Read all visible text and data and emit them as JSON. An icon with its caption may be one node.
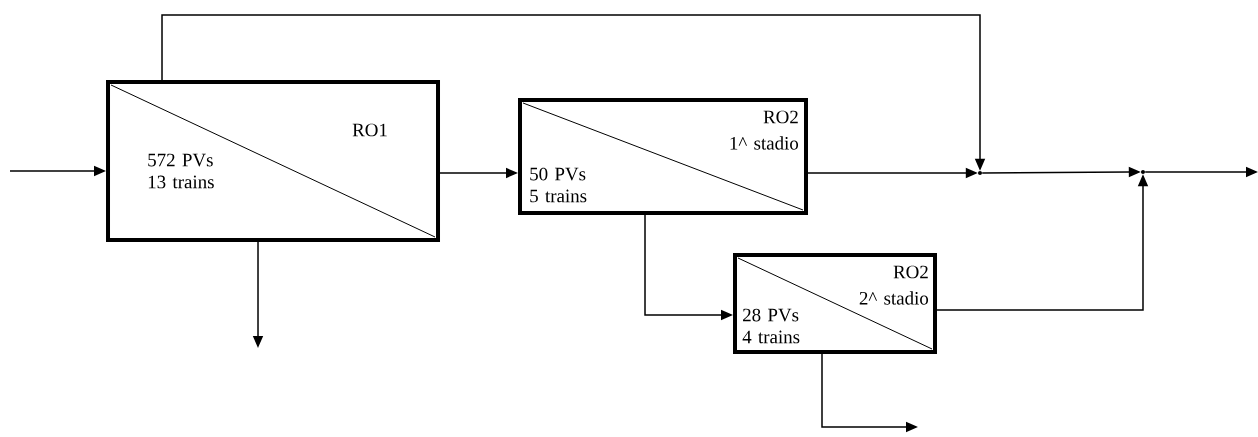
{
  "diagram": {
    "nodes": [
      {
        "text": [
          "RO1",
          "572 PVs 13 trains"
        ]
      },
      {
        "text": [
          "RO2",
          "1^ stadio",
          "50 PVs 5 trains"
        ]
      },
      {
        "text": [
          "RO2",
          "2^ stadio",
          "28 PVs 4 trains"
        ]
      },
      {
        "text": [],
        "shape": "point"
      },
      {
        "text": [],
        "shape": "point"
      }
    ],
    "edges": [
      {
        "from": null,
        "to": 0,
        "arrow": "to"
      },
      {
        "from": 0,
        "to": null,
        "arrow": "to"
      },
      {
        "from": 0,
        "to": 1,
        "arrow": "to"
      },
      {
        "from": 0,
        "to": 3,
        "arrow": "to"
      },
      {
        "from": 1,
        "to": 3,
        "arrow": "to"
      },
      {
        "from": 1,
        "to": 2,
        "arrow": "to"
      },
      {
        "from": 3,
        "to": 4,
        "arrow": "to"
      },
      {
        "from": 2,
        "to": 4,
        "arrow": "to"
      },
      {
        "from": 4,
        "to": null,
        "arrow": "to"
      },
      {
        "from": 2,
        "to": null,
        "arrow": "to"
      }
    ]
  }
}
